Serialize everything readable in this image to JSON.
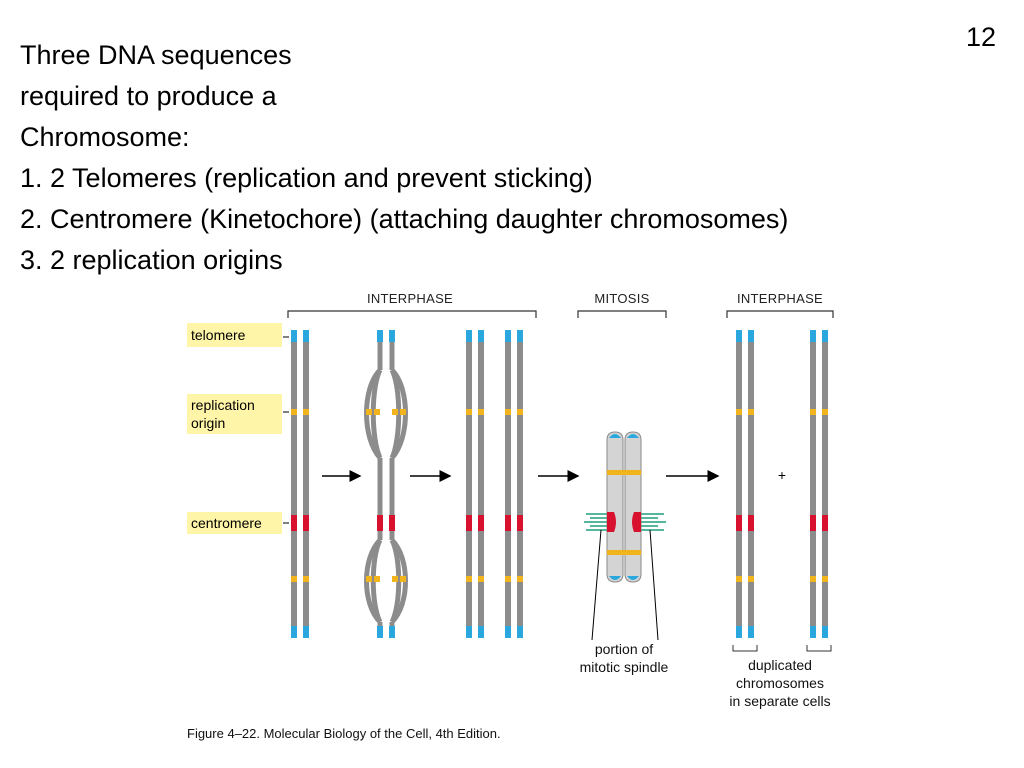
{
  "slide_number": "12",
  "text_lines": [
    "Three DNA sequences",
    "required to produce a",
    "Chromosome:",
    "1. 2 Telomeres (replication and prevent sticking)",
    "2. Centromere (Kinetochore) (attaching daughter chromosomes)",
    "3. 2 replication origins"
  ],
  "diagram": {
    "labels": {
      "telomere": "telomere",
      "replication_origin_1": "replication",
      "replication_origin_2": "origin",
      "centromere": "centromere"
    },
    "phases": {
      "interphase_left": "INTERPHASE",
      "mitosis": "MITOSIS",
      "interphase_right": "INTERPHASE"
    },
    "plus_sign": "+",
    "spindle_caption": [
      "portion of",
      "mitotic spindle"
    ],
    "duplicated_caption": [
      "duplicated",
      "chromosomes",
      "in separate cells"
    ],
    "figure_caption": "Figure 4–22. Molecular Biology of the Cell, 4th Edition.",
    "colors": {
      "dna": "#8c8c8c",
      "telomere": "#2aa8de",
      "replication_origin": "#f2b41c",
      "centromere": "#d8122e",
      "spindle": "#1f9e7e",
      "label_bg": "#fff5a8",
      "condensed_body": "#d4d4d4"
    }
  }
}
